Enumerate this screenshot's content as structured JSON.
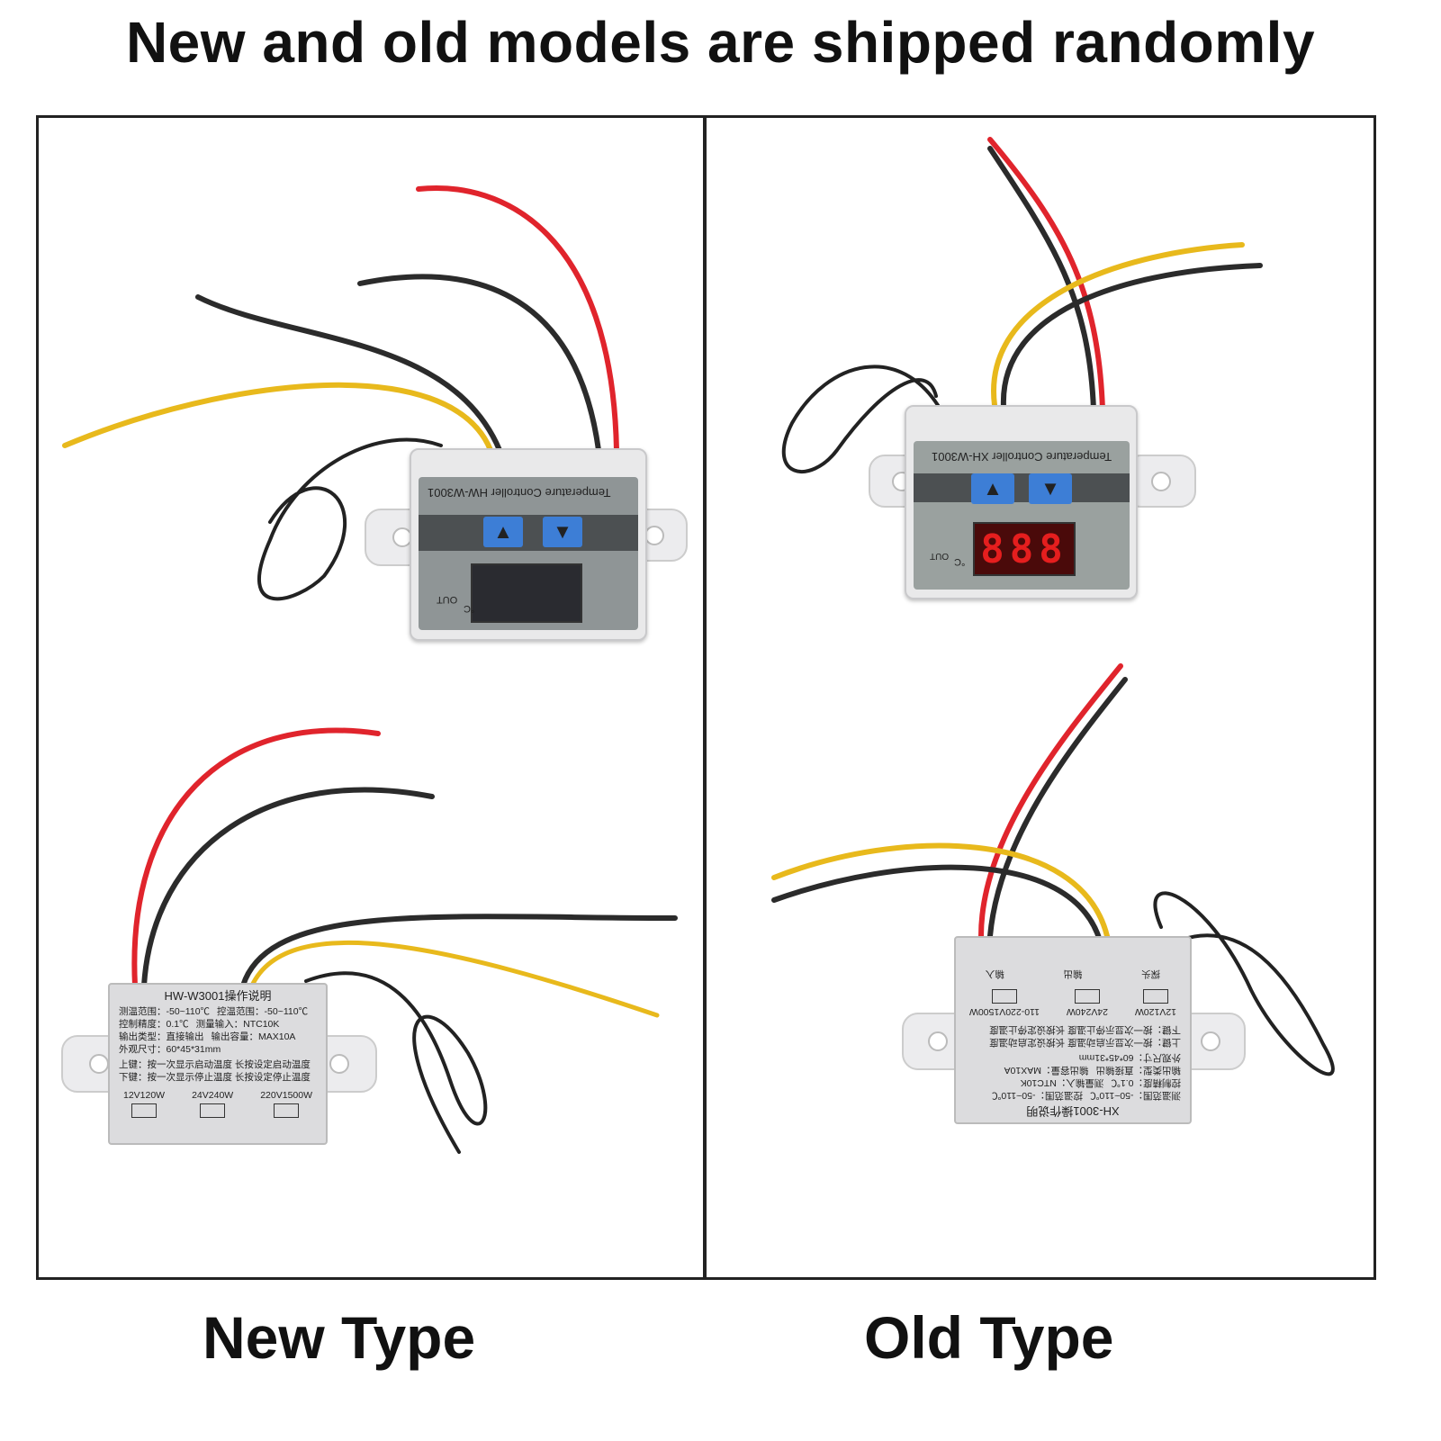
{
  "title": "New and old models are shipped randomly",
  "captions": {
    "new": "New Type",
    "old": "Old Type"
  },
  "new_front": {
    "label": "Temperature Controller HW-W3001",
    "out": "OUT",
    "unit": "°C"
  },
  "new_back": {
    "heading": "HW-W3001操作说明",
    "rows": [
      [
        "测温范围：-50~110℃",
        "控温范围：-50~110℃"
      ],
      [
        "控制精度：0.1℃",
        "测量输入：NTC10K"
      ],
      [
        "输出类型：直接输出",
        "输出容量：MAX10A"
      ],
      [
        "外观尺寸：60*45*31mm",
        ""
      ]
    ],
    "keys": [
      "上键：按一次显示启动温度  长按设定启动温度",
      "下键：按一次显示停止温度  长按设定停止温度"
    ],
    "voltages": [
      "12V120W",
      "24V240W",
      "220V1500W"
    ]
  },
  "old_front": {
    "label": "Temperature Controller  XH-W3001",
    "display": "888",
    "out": "OUT",
    "unit": "°C"
  },
  "old_back": {
    "heading": "XH-3001操作说明",
    "rows": [
      [
        "测温范围：-50~110℃",
        "控温范围：-50~110℃"
      ],
      [
        "控制精度：0.1℃",
        "测量输入：NTC10K"
      ],
      [
        "输出类型：直接输出",
        "输出容量：MAX10A"
      ],
      [
        "外观尺寸：60*45*31mm",
        ""
      ]
    ],
    "keys": [
      "上键：按一次显示启动温度  长按设定启动温度",
      "下键：按一次显示停止温度  长按设定停止温度"
    ],
    "voltages": [
      "12V120W",
      "24V240W",
      "110-220V1500W"
    ],
    "terminals": [
      "探头",
      "输出",
      "输入"
    ]
  },
  "colors": {
    "red": "#e0242c",
    "black": "#2b2b2b",
    "yellow": "#e8b91c",
    "blue": "#3d7ed6"
  }
}
